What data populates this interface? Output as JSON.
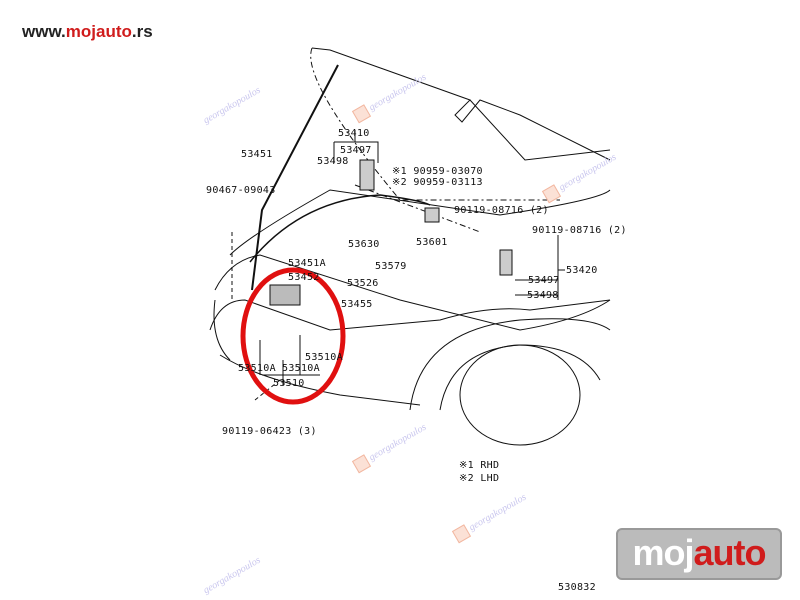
{
  "site": {
    "prefix": "www.",
    "brand": "mojauto",
    "suffix": ".rs"
  },
  "logo": {
    "part1": "moj",
    "part2": "auto"
  },
  "watermark": "georgakopoulos",
  "diagram_number": "530832",
  "labels": {
    "l53410": "53410",
    "l53497a": "53497",
    "l53498a": "53498",
    "l53451": "53451",
    "l90467": "90467-09043",
    "n1": "※1 90959-03070",
    "n2": "※2 90959-03113",
    "l53630": "53630",
    "l53601": "53601",
    "l90119a": "90119-08716 (2)",
    "l90119b": "90119-08716 (2)",
    "l53451A": "53451A",
    "l53452": "53452",
    "l53579": "53579",
    "l53526": "53526",
    "l53455": "53455",
    "l53420": "53420",
    "l53497b": "53497",
    "l53498b": "53498",
    "l53510Aa": "53510A",
    "l53510Ab": "53510A",
    "l53510Ac": "53510A",
    "l53510": "53510",
    "l90119c": "90119-06423 (3)"
  },
  "legend": {
    "rhd": "※1  RHD",
    "lhd": "※2  LHD"
  },
  "highlight_color": "#e01010"
}
